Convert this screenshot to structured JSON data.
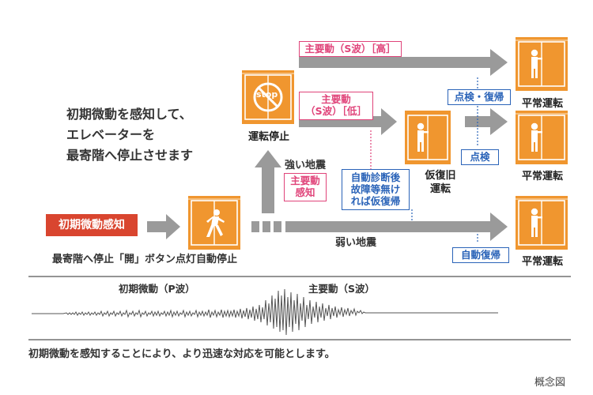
{
  "intro": {
    "line1": "初期微動を感知して、",
    "line2": "エレベーターを",
    "line3": "最寄階へ停止させます"
  },
  "start": {
    "label": "初期微動感知",
    "sub_caption": "最寄階へ停止「開」ボタン点灯自動停止"
  },
  "stop_car": {
    "sign": "stop",
    "label": "運転停止"
  },
  "branches": {
    "strong": "強い地震",
    "strong_tag_line1": "主要動",
    "strong_tag_line2": "感知",
    "weak": "弱い地震",
    "main_high": "主要動（S波）［高］",
    "main_low_line1": "主要動",
    "main_low_line2": "（S波）［低］"
  },
  "diagnosis": {
    "line1": "自動診断後",
    "line2": "故障等無け",
    "line3": "れば仮復帰"
  },
  "temp_car": {
    "line1": "仮復旧",
    "line2": "運転"
  },
  "outcomes": {
    "top_tag": "点検・復帰",
    "top_label": "平常運転",
    "mid_tag": "点検",
    "mid_label": "平常運転",
    "bottom_tag": "自動復帰",
    "bottom_label": "平常運転"
  },
  "waves": {
    "p_label": "初期微動（P波）",
    "s_label": "主要動（S波）"
  },
  "footer": {
    "caption": "初期微動を感知することにより、より迅速な対応を可能とします。",
    "concept": "概念図"
  },
  "colors": {
    "orange": "#f0962f",
    "gray_arrow": "#9a9a9a",
    "pink": "#e0447a",
    "blue": "#2a63b8",
    "red": "#d9452f"
  }
}
